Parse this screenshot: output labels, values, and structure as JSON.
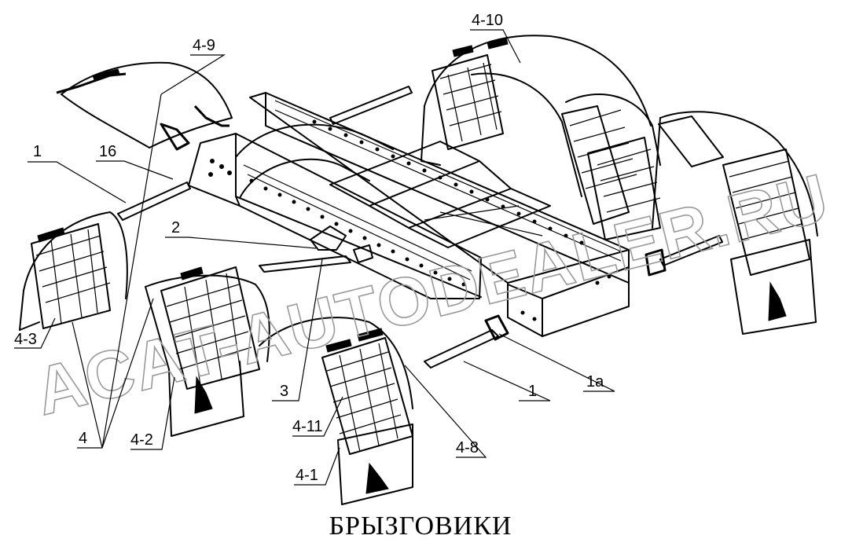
{
  "diagram": {
    "title": "БРЫЗГОВИКИ",
    "watermark": "ACAT-AUTODEALER.RU",
    "callouts": {
      "c_4_9": "4-9",
      "c_4_10": "4-10",
      "c_1_left": "1",
      "c_16": "16",
      "c_2": "2",
      "c_4_3": "4-3",
      "c_3": "3",
      "c_4": "4",
      "c_4_2": "4-2",
      "c_4_11": "4-11",
      "c_4_1": "4-1",
      "c_4_8": "4-8",
      "c_1_right": "1",
      "c_1a": "1a"
    }
  }
}
